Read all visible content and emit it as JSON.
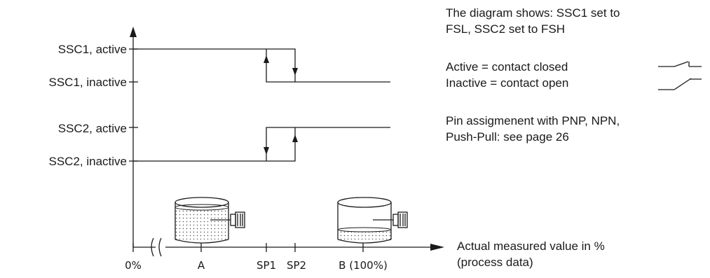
{
  "states": {
    "ssc1_active": "SSC1, active",
    "ssc1_inactive": "SSC1, inactive",
    "ssc2_active": "SSC2, active",
    "ssc2_inactive": "SSC2, inactive"
  },
  "axis": {
    "origin": "0%",
    "tick_a": "A",
    "tick_sp1": "SP1",
    "tick_sp2": "SP2",
    "tick_b": "B (100%)",
    "caption_line1": "Actual measured value in %",
    "caption_line2": "(process data)"
  },
  "notes": {
    "summary_line1": "The diagram shows: SSC1 set to",
    "summary_line2": "FSL, SSC2 set to FSH",
    "active_def": "Active  = contact closed",
    "inactive_def": "Inactive = contact open",
    "pin_line1": "Pin assigmenent with PNP, NPN,",
    "pin_line2": "Push-Pull: see page 26"
  }
}
